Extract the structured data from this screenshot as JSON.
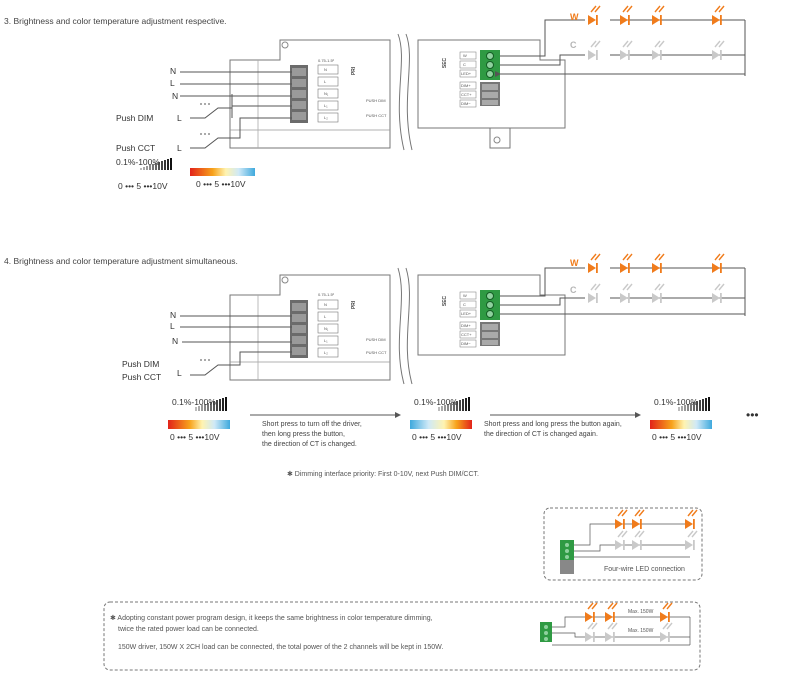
{
  "section3": {
    "title": "3. Brightness and color temperature adjustment respective.",
    "wires": {
      "n_top": "N",
      "l_top": "L",
      "n_bottom": "N"
    },
    "push_dim_label": "Push DIM",
    "push_dim_wire": "L",
    "push_cct_label": "Push CCT",
    "push_cct_wire": "L",
    "dim_range": "0.1%-100%",
    "voltage_scale_left": "0 ••• 5 •••10V",
    "voltage_scale_right": "0 ••• 5 •••10V",
    "led_w": "W",
    "led_c": "C"
  },
  "section4": {
    "title": "4. Brightness and color temperature adjustment simultaneous.",
    "wires": {
      "n_top": "N",
      "l_top": "L",
      "n_bottom": "N"
    },
    "push_dim_label": "Push DIM",
    "push_cct_label": "Push CCT",
    "push_wire": "L",
    "led_w": "W",
    "led_c": "C",
    "stages": [
      {
        "range": "0.1%-100%",
        "scale": "0 ••• 5 •••10V"
      },
      {
        "range": "0.1%-100%",
        "scale": "0 ••• 5 •••10V"
      },
      {
        "range": "0.1%-100%",
        "scale": "0 ••• 5 •••10V"
      }
    ],
    "step1": [
      "Short press to turn off the driver,",
      "then long press the button,",
      "the direction of CT is changed."
    ],
    "step2": [
      "Short press and long press the button again,",
      "the direction of CT is changed again."
    ],
    "ellipsis": "•••"
  },
  "driver": {
    "pri_label": "PRI",
    "sec_label": "SEC",
    "terminals_in": [
      "N",
      "L",
      "N₁",
      "L₁",
      "L₂"
    ],
    "terminals_out": [
      "W",
      "C",
      "LED+",
      "DIM+",
      "CCT+",
      "DIM−"
    ],
    "push_dim_small": "PUSH DIM",
    "push_cct_small": "PUSH CCT",
    "input_rating": "0.75-1.5²"
  },
  "priority_note": "✱ Dimming interface priority: First 0-10V, next Push DIM/CCT.",
  "four_wire_label": "Four-wire LED connection",
  "power_note": {
    "line1": "✱ Adopting constant power program design, it keeps the same brightness in color temperature dimming,",
    "line2": "twice the rated power load can be connected.",
    "line3": "150W driver, 150W X 2CH load can be connected, the total power of the 2 channels will be kept in 150W.",
    "max1": "Max. 150W",
    "max2": "Max. 150W"
  },
  "colors": {
    "warm_led": "#f07c1c",
    "cool_led": "#c8c8c8",
    "terminal_green": "#2f9a43",
    "line": "#555555"
  }
}
